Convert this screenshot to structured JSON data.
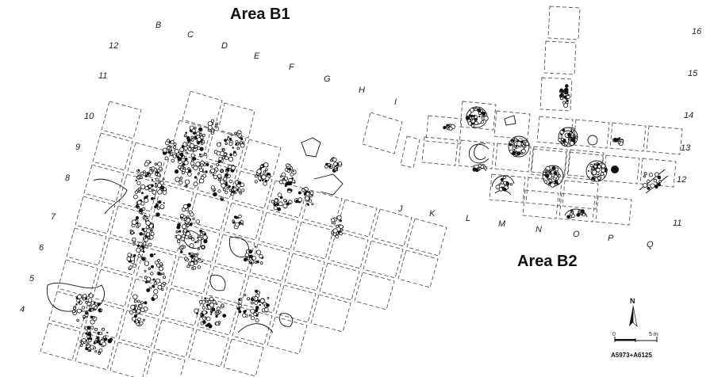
{
  "areas": {
    "b1": "Area B1",
    "b2": "Area B2"
  },
  "grid_letters": [
    "B",
    "C",
    "D",
    "E",
    "F",
    "G",
    "H",
    "I",
    "J",
    "K",
    "L",
    "M",
    "N",
    "O",
    "P",
    "Q"
  ],
  "grid_numbers_west": [
    "12",
    "11",
    "10",
    "9",
    "8",
    "7",
    "6",
    "5",
    "4"
  ],
  "grid_numbers_east": [
    "16",
    "15",
    "14",
    "13",
    "12",
    "11"
  ],
  "north_label": "N",
  "scale": {
    "start": "0",
    "end": "5 m"
  },
  "caption": "A5973+A6125",
  "colors": {
    "ink": "#111111",
    "grid": "#555555",
    "background": "#ffffff"
  }
}
